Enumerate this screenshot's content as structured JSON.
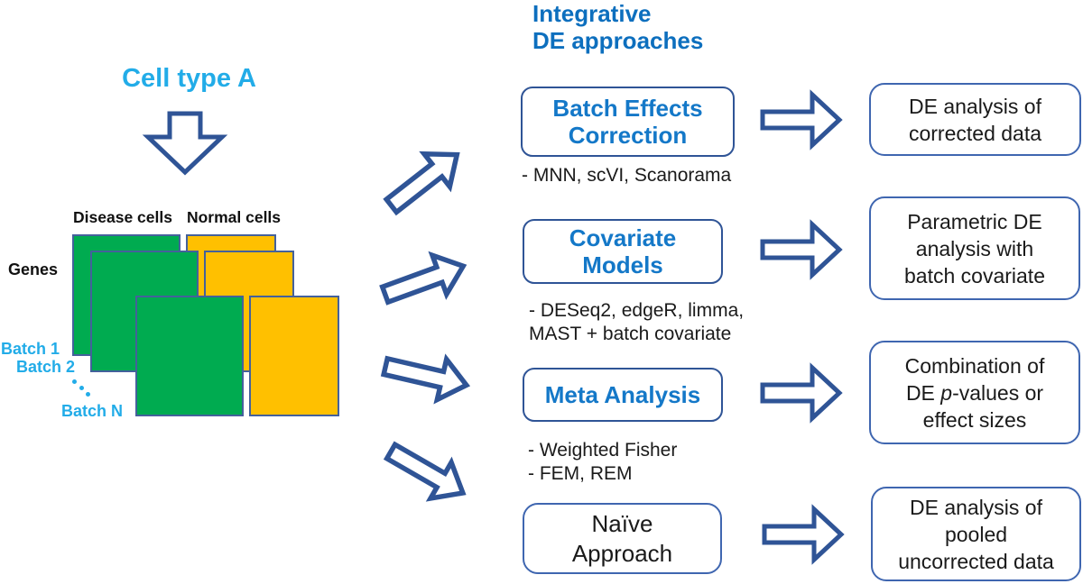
{
  "title": {
    "line1": "Integrative",
    "line2": "DE approaches"
  },
  "left_panel": {
    "cell_type": "Cell type A",
    "disease": "Disease cells",
    "normal": "Normal cells",
    "genes": "Genes",
    "batch1": "Batch 1",
    "batch2": "Batch 2",
    "batchN": "Batch N",
    "ellipsis_icon": "diagonal-dots"
  },
  "approaches": {
    "batch_effects": {
      "title_line1": "Batch Effects",
      "title_line2": "Correction",
      "tools": "- MNN, scVI, Scanorama",
      "result_line1": "DE analysis of",
      "result_line2": "corrected data"
    },
    "covariate": {
      "title_line1": "Covariate",
      "title_line2": "Models",
      "tools_line1": "- DESeq2, edgeR, limma,",
      "tools_line2": "MAST + batch covariate",
      "result_line1": "Parametric DE",
      "result_line2": "analysis with",
      "result_line3": "batch covariate"
    },
    "meta": {
      "title": "Meta Analysis",
      "tools_line1": "- Weighted Fisher",
      "tools_line2": "- FEM, REM",
      "result_line1": "Combination of",
      "result_line2_pre": "DE ",
      "result_line2_italic": "p",
      "result_line2_post": "-values or",
      "result_line3": "effect sizes"
    },
    "naive": {
      "title_line1": "Naïve",
      "title_line2": "Approach",
      "result_line1": "DE analysis of",
      "result_line2": "pooled",
      "result_line3": "uncorrected data"
    }
  },
  "colors": {
    "navy_arrow": "#2F5496",
    "mid_box_border": "#2F5496",
    "right_box_border": "#3F66B0",
    "heading_blue": "#1478C8",
    "title_blue": "#0D6FBE",
    "light_blue": "#22ACE8",
    "green": "#00AB50",
    "yellow": "#FFC000",
    "matrix_border": "#44619B"
  }
}
